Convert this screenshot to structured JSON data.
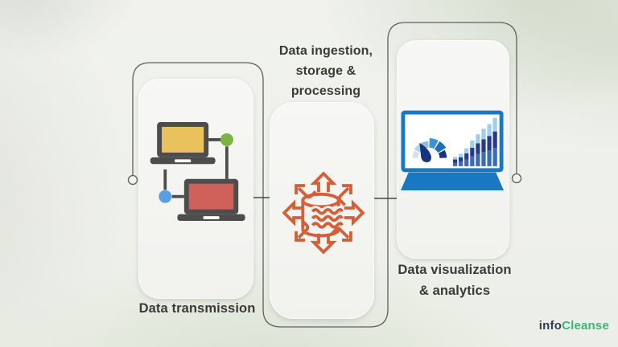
{
  "page": {
    "background_base": "#eff1ec",
    "background_wash_green": "#c6d2ba",
    "card_background": "#f4f4f2",
    "text_color": "#3a3a3a",
    "connector_line_color": "#5f5f5f",
    "arrow_color": "#474747"
  },
  "pipeline": {
    "stages": [
      {
        "name": "data-transmission",
        "label_lines": [
          "Data transmission"
        ],
        "icon": "networked-laptops-icon",
        "colors": {
          "laptop_frame": "#4d4d4d",
          "top_laptop_screen": "#e9c25e",
          "bottom_laptop_screen": "#d0605a",
          "green_node": "#7cb342",
          "blue_node": "#5b9fe3"
        }
      },
      {
        "name": "data-ingestion-storage-processing",
        "label_lines": [
          "Data ingestion,",
          "storage &",
          "processing"
        ],
        "icon": "database-distribution-icon",
        "colors": {
          "accent": "#d4603a"
        }
      },
      {
        "name": "data-visualization-analytics",
        "label_lines": [
          "Data visualization",
          "& analytics"
        ],
        "icon": "analytics-laptop-icon",
        "colors": {
          "laptop_blue": "#1a78c2",
          "screen_background": "#ffffff"
        },
        "gauge_segments": [
          {
            "color": "#cde2f3",
            "outer_r": 21
          },
          {
            "color": "#b2d3ee",
            "outer_r": 22
          },
          {
            "color": "#8bc0e6",
            "outer_r": 22
          },
          {
            "color": "#3f93d4",
            "outer_r": 26
          },
          {
            "color": "#1d6fbc",
            "outer_r": 26
          },
          {
            "color": "#17357f",
            "outer_r": 23
          }
        ],
        "needle_color": "#17357f",
        "bar_chart": {
          "heights": [
            12,
            16,
            23,
            33,
            41,
            48,
            54,
            62
          ],
          "colors_bottom_to_top": [
            "#3a6cb4",
            "#283a8c",
            "#9fd0ea"
          ]
        }
      }
    ]
  },
  "brand": {
    "prefix": "info",
    "suffix": "Cleanse",
    "prefix_color": "#2f3e53",
    "suffix_color": "#43b17c"
  }
}
